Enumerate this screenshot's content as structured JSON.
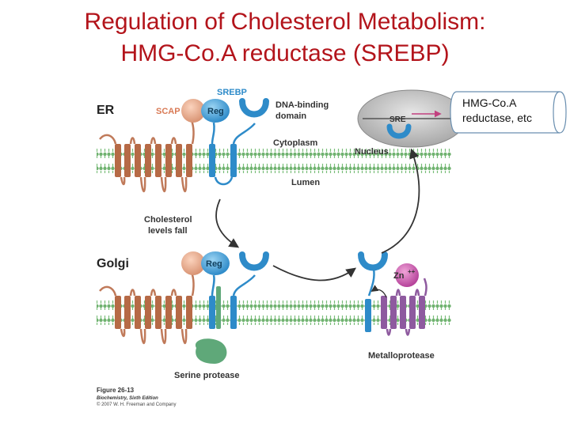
{
  "title": {
    "line1": "Regulation of  Cholesterol Metabolism:",
    "line2": "HMG-Co.A reductase (SREBP)"
  },
  "callout": {
    "text": "HMG-Co.A reductase, etc"
  },
  "labels": {
    "er": "ER",
    "srebp": "SREBP",
    "scap": "SCAP",
    "reg_er": "Reg",
    "dna_binding_1": "DNA-binding",
    "dna_binding_2": "domain",
    "sre": "SRE",
    "nucleus": "Nucleus",
    "cytoplasm": "Cytoplasm",
    "lumen": "Lumen",
    "cholesterol_1": "Cholesterol",
    "cholesterol_2": "levels fall",
    "golgi": "Golgi",
    "reg_golgi": "Reg",
    "zn": "Zn",
    "zn_sup": "++",
    "serine_protease": "Serine protease",
    "metalloprotease": "Metalloprotease",
    "figure": "Figure 26-13",
    "book": "Biochemistry, Sixth Edition",
    "copyright": "© 2007 W. H. Freeman and Company"
  },
  "colors": {
    "title": "#b3141b",
    "membrane": "#6fb26f",
    "scap_helix": "#b66a46",
    "srebp_blue": "#2e8bc9",
    "serine_protease": "#5fa879",
    "metalloprotease": "#8e5a9f",
    "label_orange": "#d97a55",
    "label_blue": "#2e8bc9"
  }
}
